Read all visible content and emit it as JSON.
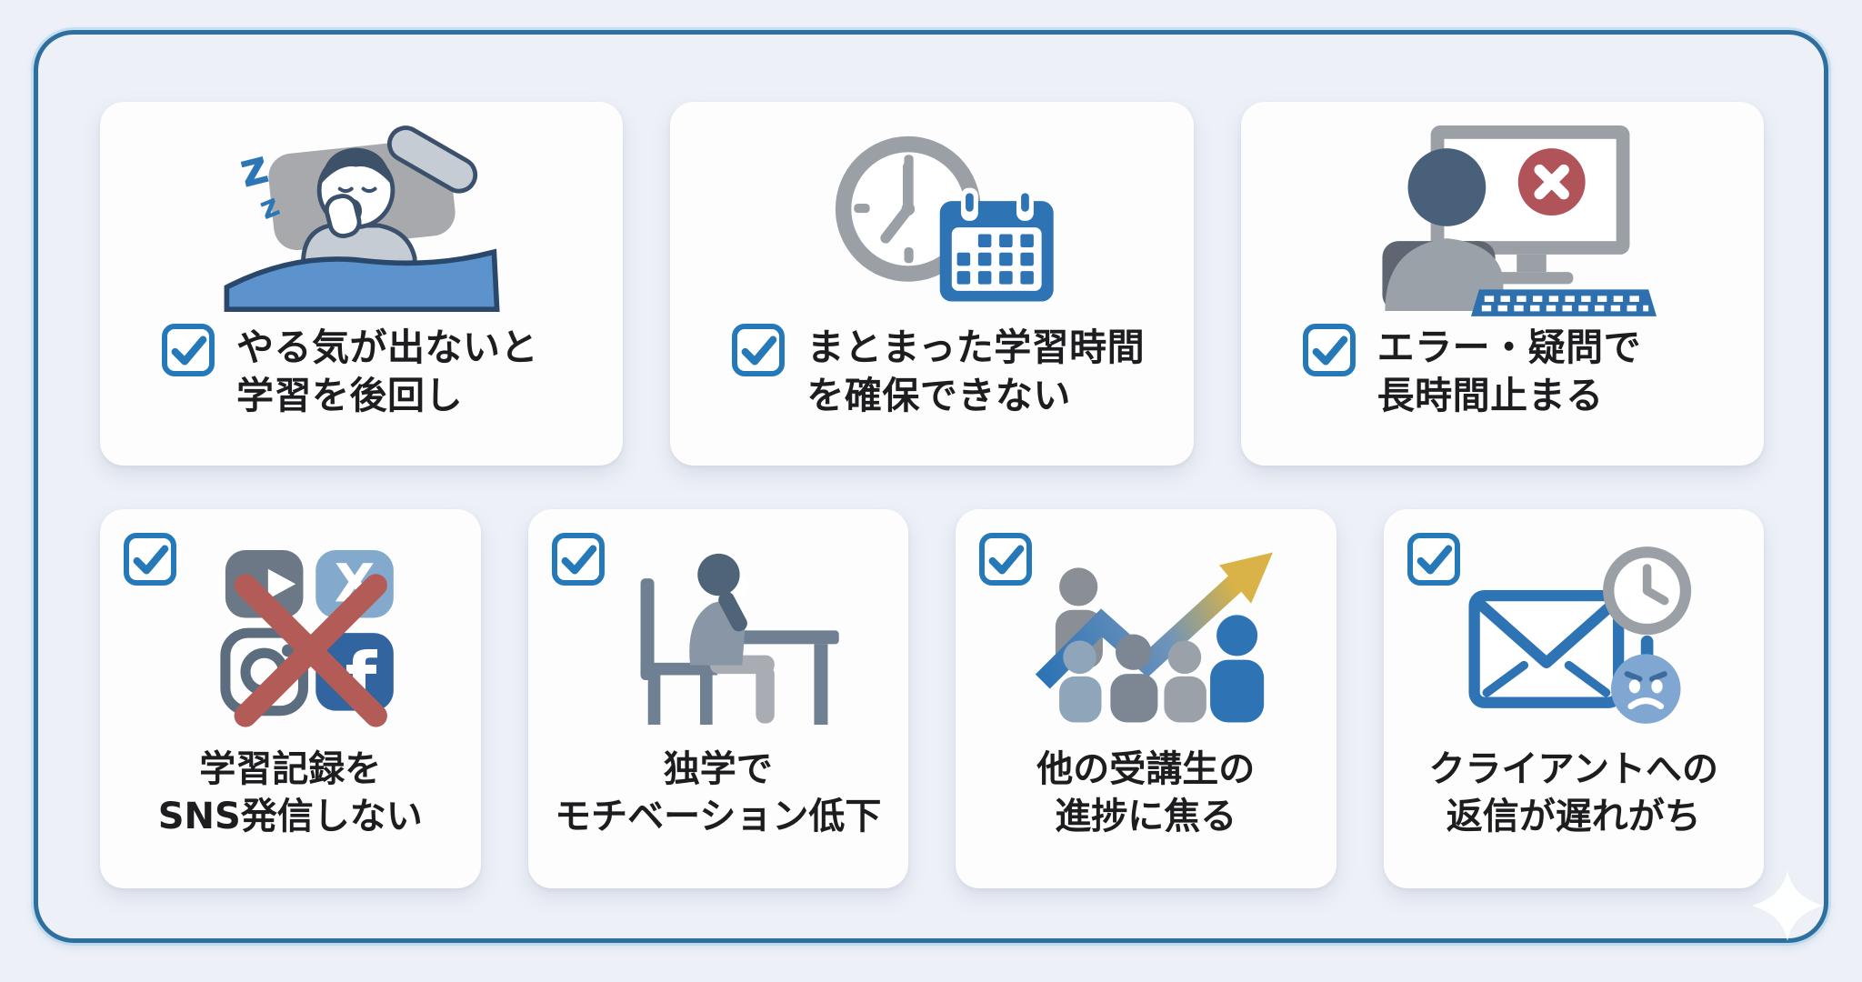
{
  "frame": {
    "border_color": "#2e6f9f",
    "background_color": "#edf0f7",
    "card_background": "#fdfdfe"
  },
  "palette": {
    "checkbox_blue": "#2579b8",
    "accent_blue": "#2e74b4",
    "light_blue": "#83a9cd",
    "gray": "#9aa0a6",
    "error_red": "#b0545a",
    "cross_red": "#b25b57",
    "arrow_yellow": "#d9b347",
    "text_color": "#1d1d1f"
  },
  "logos": {
    "x": "X",
    "facebook": "f",
    "sleep_z_large": "z",
    "sleep_z_small": "z"
  },
  "cards": [
    {
      "id": "motivation",
      "icon": "sleeping-person-icon",
      "checked": true,
      "line1": "やる気が出ないと",
      "line2": "学習を後回し"
    },
    {
      "id": "study-time",
      "icon": "clock-calendar-icon",
      "checked": true,
      "line1": "まとまった学習時間",
      "line2": "を確保できない"
    },
    {
      "id": "error-stuck",
      "icon": "computer-error-icon",
      "checked": true,
      "line1": "エラー・疑問で",
      "line2": "長時間止まる"
    },
    {
      "id": "sns",
      "icon": "sns-no-post-icon",
      "checked": true,
      "line1": "学習記録を",
      "line2": "SNS発信しない"
    },
    {
      "id": "solo-study",
      "icon": "dejected-learner-icon",
      "checked": true,
      "line1": "独学で",
      "line2": "モチベーション低下"
    },
    {
      "id": "peers",
      "icon": "peer-progress-arrow-icon",
      "checked": true,
      "line1": "他の受講生の",
      "line2": "進捗に焦る"
    },
    {
      "id": "client-reply",
      "icon": "late-reply-mail-icon",
      "checked": true,
      "line1": "クライアントへの",
      "line2": "返信が遅れがち"
    }
  ]
}
